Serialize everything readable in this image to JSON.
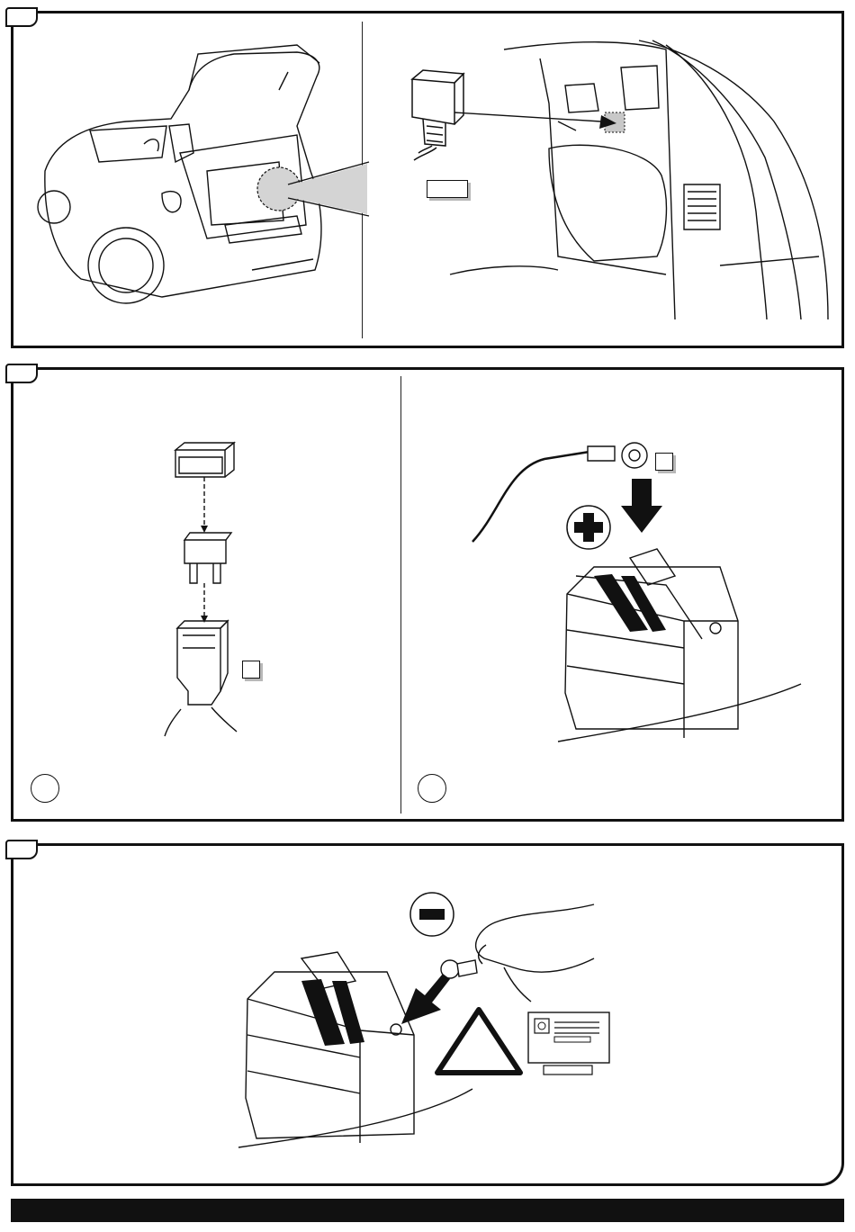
{
  "document": {
    "kind": "installation-instructions",
    "panels": [
      {
        "id": "panel-1",
        "tab_label": "",
        "scenes": [
          "car-trunk-location",
          "connector-mounting"
        ]
      },
      {
        "id": "panel-2",
        "tab_label": "",
        "scenes": [
          "fuse-assembly",
          "positive-terminal-connection"
        ]
      },
      {
        "id": "panel-3",
        "tab_label": "",
        "scenes": [
          "negative-terminal-connection"
        ]
      }
    ],
    "labels": {
      "connector_badge": "",
      "fuse_badge": "",
      "ring_terminal_badge": "",
      "step_a": "",
      "step_b": "",
      "radio_code_caption": ""
    },
    "symbols": {
      "positive": "plus-icon",
      "negative": "minus-icon",
      "warning": "warning-triangle-icon",
      "radio": "radio-code-icon"
    },
    "colors": {
      "ink": "#111111",
      "highlight": "#d4d4d4",
      "shadow": "#b8b8b8"
    }
  }
}
